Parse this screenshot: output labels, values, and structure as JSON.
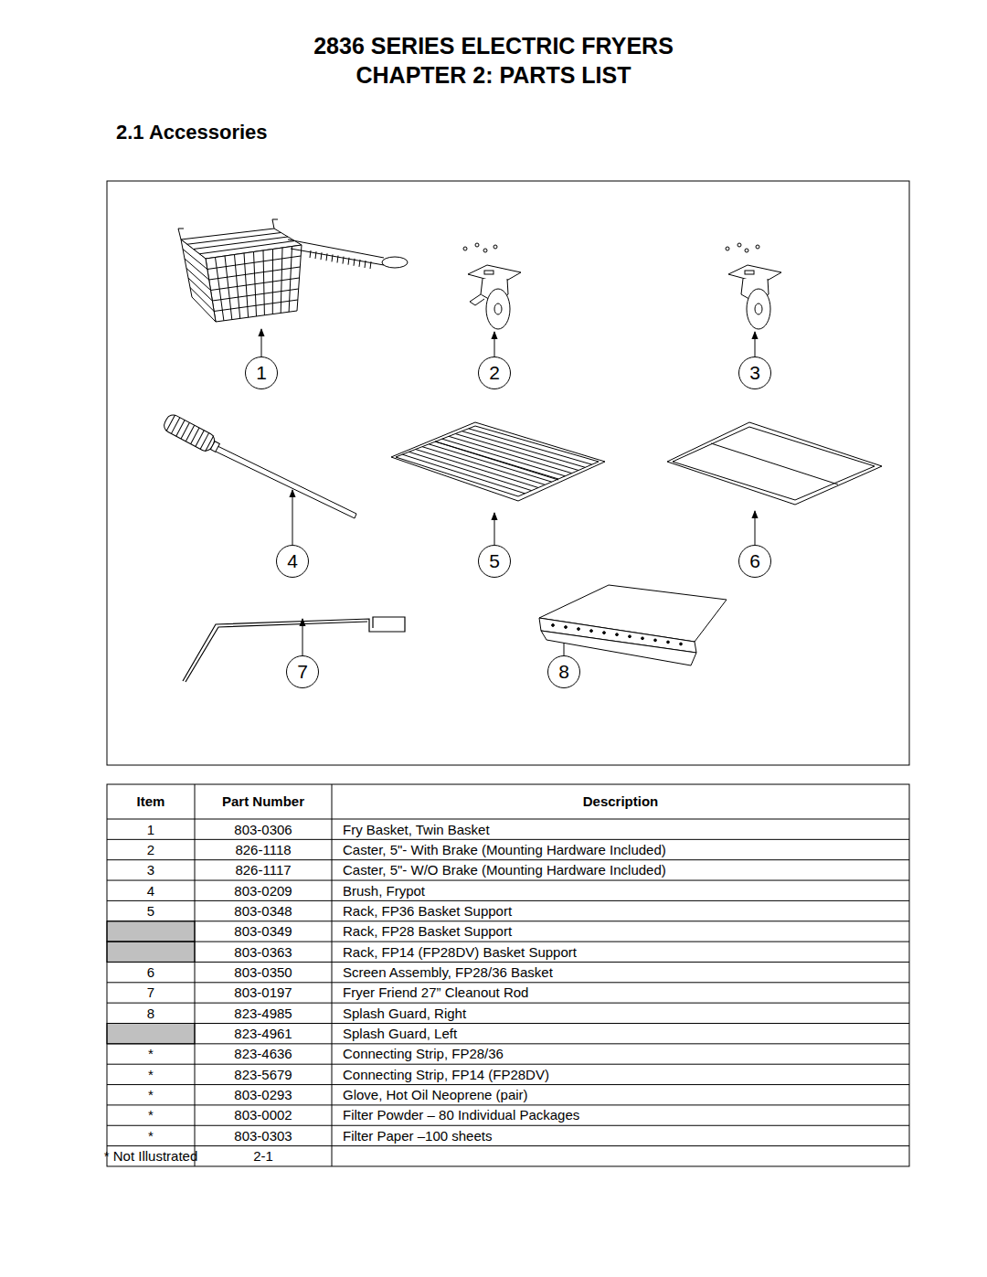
{
  "diagram": {
    "title": "2836 SERIES ELECTRIC FRYERS CHAPTER 2: PARTS LIST",
    "nodes": [
      {
        "text": [
          "1"
        ]
      },
      {
        "text": [
          "2"
        ]
      },
      {
        "text": [
          "3"
        ]
      },
      {
        "text": [
          "4"
        ]
      },
      {
        "text": [
          "5"
        ]
      },
      {
        "text": [
          "6"
        ]
      },
      {
        "text": [
          "7"
        ]
      },
      {
        "text": [
          "8"
        ]
      }
    ],
    "labels": [
      "2.1 Accessories",
      "Item",
      "Part Number",
      "Description",
      "1",
      "803-0306",
      "Fry Basket, Twin Basket",
      "2",
      "826-1118",
      "Caster, 5\"- With Brake (Mounting Hardware Included)",
      "3",
      "826-1117",
      "Caster, 5\"- W/O Brake (Mounting Hardware Included)",
      "4",
      "803-0209",
      "Brush, Frypot",
      "5",
      "803-0348",
      "Rack, FP36 Basket Support",
      "803-0349",
      "Rack, FP28 Basket Support",
      "803-0363",
      "Rack, FP14 (FP28DV) Basket Support",
      "6",
      "803-0350",
      "Screen Assembly, FP28/36 Basket",
      "7",
      "803-0197",
      "Fryer Friend 27” Cleanout Rod",
      "8",
      "823-4985",
      "Splash Guard, Right",
      "823-4961",
      "Splash Guard, Left",
      "*",
      "823-4636",
      "Connecting Strip, FP28/36",
      "*",
      "823-5679",
      "Connecting Strip, FP14 (FP28DV)",
      "*",
      "803-0293",
      "Glove, Hot Oil Neoprene (pair)",
      "*",
      "803-0002",
      "Filter Powder – 80 Individual Packages",
      "*",
      "803-0303",
      "Filter Paper –100 sheets",
      "* Not Illustrated",
      "2-1"
    ]
  }
}
